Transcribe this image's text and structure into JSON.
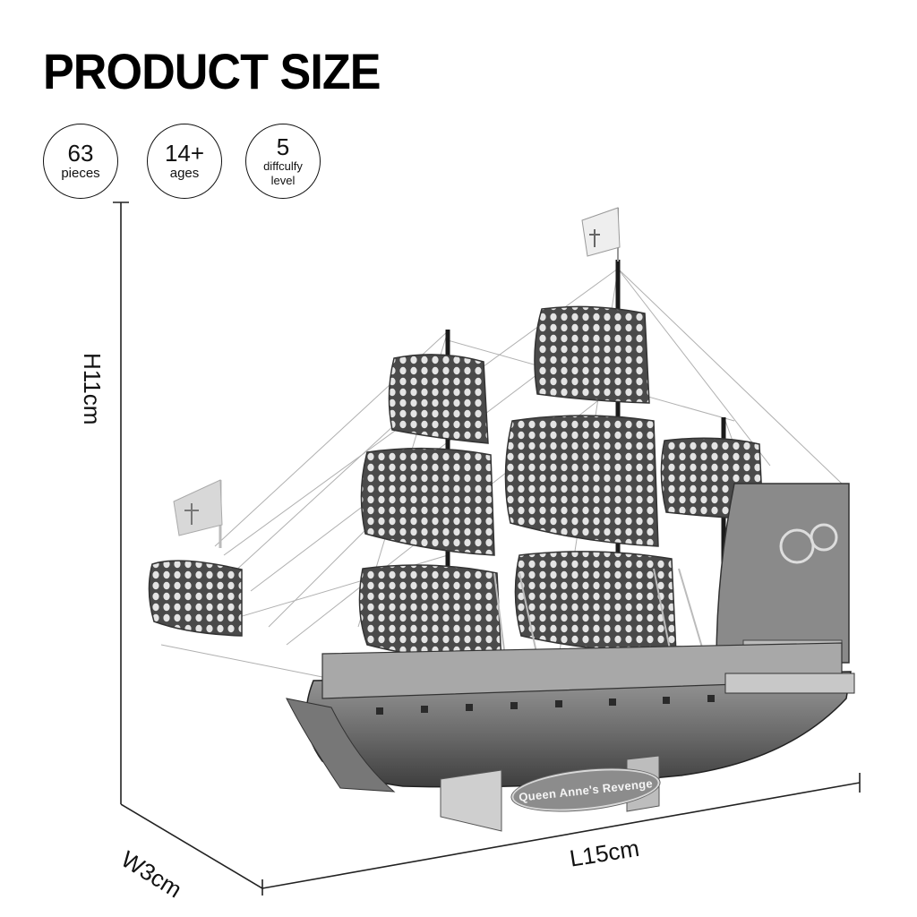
{
  "header": {
    "title": "PRODUCT SIZE"
  },
  "badges": [
    {
      "value": "63",
      "label": "pieces"
    },
    {
      "value": "14+",
      "label": "ages"
    },
    {
      "value": "5",
      "label_line1": "diffculfy",
      "label_line2": "level"
    }
  ],
  "dimensions": {
    "height": "H11cm",
    "width": "W3cm",
    "length": "L15cm"
  },
  "product": {
    "name_plate": "Queen Anne's Revenge"
  },
  "colors": {
    "text": "#111111",
    "background": "#ffffff",
    "metal_dark": "#555555",
    "metal_light": "#c8c8c8"
  }
}
